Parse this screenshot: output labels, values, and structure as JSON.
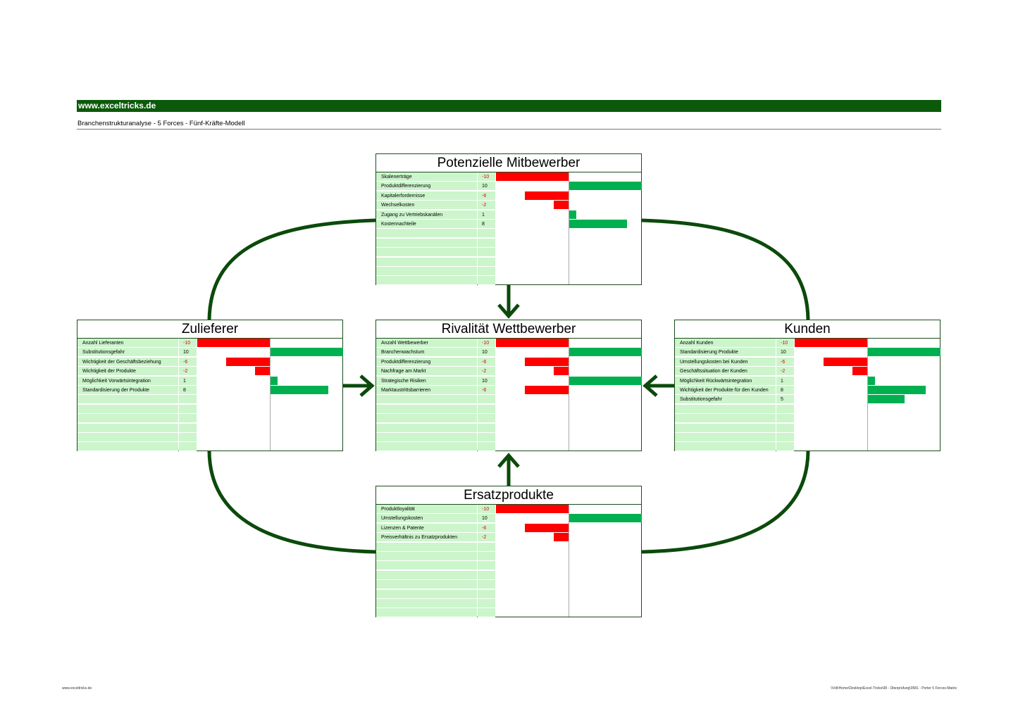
{
  "header": {
    "brand": "www.exceltricks.de",
    "subtitle": "Branchenstrukturanalyse - 5 Forces - Fünf-Kräfte-Modell"
  },
  "footer": {
    "left": "www.exceltricks.de",
    "right": "\\\\Vdi\\Home\\Desktop\\Excel-Tricks\\08 - Überprüfung\\0581 - Porter 5 Forces-Matrix"
  },
  "colors": {
    "header_bar": "#0b5a0b",
    "cell_bg": "#ccf5cc",
    "positive": "#00b050",
    "negative": "#ff0000",
    "connector": "#0b4a0b"
  },
  "boxes": [
    {
      "id": "mitbewerber",
      "title": "Potenzielle Mitbewerber",
      "rows": [
        {
          "label": "Skalenerträge",
          "value": "-10"
        },
        {
          "label": "Produktdifferenzierung",
          "value": "10"
        },
        {
          "label": "Kapitalerfordernisse",
          "value": "-6"
        },
        {
          "label": "Wechselkosten",
          "value": "-2"
        },
        {
          "label": "Zugang zu Vertriebskanälen",
          "value": "1"
        },
        {
          "label": "Kostennachteile",
          "value": "8"
        }
      ]
    },
    {
      "id": "zulieferer",
      "title": "Zulieferer",
      "rows": [
        {
          "label": "Anzahl Lieferanten",
          "value": "-10"
        },
        {
          "label": "Substitutionsgefahr",
          "value": "10"
        },
        {
          "label": "Wichtigkeit der Geschäftsbeziehung",
          "value": "-6"
        },
        {
          "label": "Wichtigkeit der Produkte",
          "value": "-2"
        },
        {
          "label": "Möglichkeit Vorwärtsintegration",
          "value": "1"
        },
        {
          "label": "Standardisierung der Produkte",
          "value": "8"
        }
      ]
    },
    {
      "id": "rivalitaet",
      "title": "Rivalität Wettbewerber",
      "rows": [
        {
          "label": "Anzahl Wettbewerber",
          "value": "-10"
        },
        {
          "label": "Branchenwachstum",
          "value": "10"
        },
        {
          "label": "Produktdifferenzierung",
          "value": "-6"
        },
        {
          "label": "Nachfrage am Markt",
          "value": "-2"
        },
        {
          "label": "Strategische Risiken",
          "value": "10"
        },
        {
          "label": "Marktaustrittsbarrieren",
          "value": "-6"
        }
      ]
    },
    {
      "id": "kunden",
      "title": "Kunden",
      "rows": [
        {
          "label": "Anzahl Kunden",
          "value": "-10"
        },
        {
          "label": "Standardisierung Produkte",
          "value": "10"
        },
        {
          "label": "Umstellungskosten bei Kunden",
          "value": "-6"
        },
        {
          "label": "Geschäftssituation der Kunden",
          "value": "-2"
        },
        {
          "label": "Möglichkeit Rückwärtsintegration",
          "value": "1"
        },
        {
          "label": "Wichtigkeit der Produkte für den Kunden",
          "value": "8"
        },
        {
          "label": "Substitutionsgefahr",
          "value": "5"
        }
      ]
    },
    {
      "id": "ersatz",
      "title": "Ersatzprodukte",
      "rows": [
        {
          "label": "Produktloyalität",
          "value": "-10"
        },
        {
          "label": "Umstellungskosten",
          "value": "10"
        },
        {
          "label": "Lizenzen & Patente",
          "value": "-6"
        },
        {
          "label": "Preisverhältnis zu Ersatzprodukten",
          "value": "-2"
        }
      ]
    }
  ]
}
